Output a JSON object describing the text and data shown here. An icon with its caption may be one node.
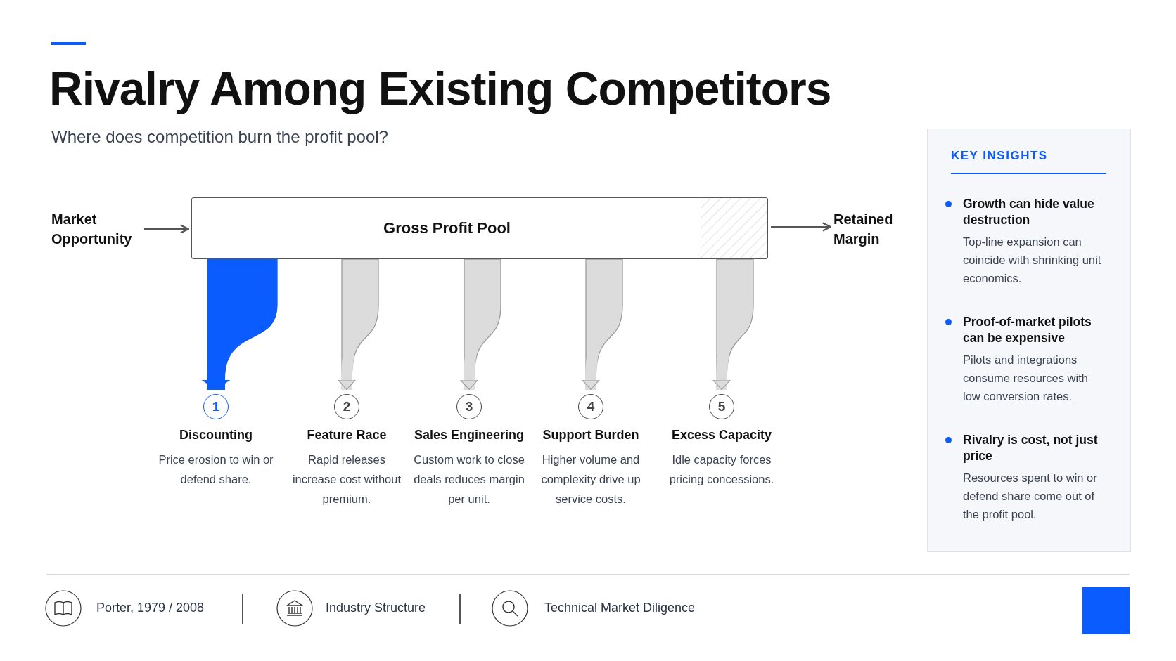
{
  "diagram": {
    "title": "Rivalry Among Existing Competitors",
    "nodes": [
      {
        "text": [
          "Market Opportunity"
        ]
      },
      {
        "text": [
          "Gross Profit Pool"
        ]
      },
      {
        "text": [
          "Retained Margin"
        ]
      },
      {
        "text": [
          "1"
        ],
        "beside": [
          "Discounting",
          "Price erosion to win or defend share."
        ]
      },
      {
        "text": [
          "2"
        ],
        "beside": [
          "Feature Race",
          "Rapid releases increase cost without premium."
        ]
      },
      {
        "text": [
          "3"
        ],
        "beside": [
          "Sales Engineering",
          "Custom work to close deals reduces margin per unit."
        ]
      },
      {
        "text": [
          "4"
        ],
        "beside": [
          "Support Burden",
          "Higher volume and complexity drive up service costs."
        ]
      },
      {
        "text": [
          "5"
        ],
        "beside": [
          "Excess Capacity",
          "Idle capacity forces pricing concessions."
        ]
      },
      {
        "text": [
          "KEY INSIGHTS",
          "Growth can hide value destruction",
          "Top-line expansion can coincide with shrinking unit economics.",
          "Proof-of-market pilots can be expensive",
          "Pilots and integrations consume resources with low conversion rates.",
          "Rivalry is cost, not just price",
          "Resources spent to win or defend share come out of the profit pool."
        ]
      }
    ],
    "edges": [
      {
        "from": 0,
        "to": 1,
        "arrow": "to",
        "color": "#555555"
      },
      {
        "from": 1,
        "to": 2,
        "arrow": "to",
        "color": "#555555"
      },
      {
        "from": 1,
        "to": 3,
        "arrow": "to",
        "color": "#0a5cff"
      },
      {
        "from": 1,
        "to": 4,
        "arrow": "to"
      },
      {
        "from": 1,
        "to": 5,
        "arrow": "to"
      },
      {
        "from": 1,
        "to": 6,
        "arrow": "to"
      },
      {
        "from": 1,
        "to": 7,
        "arrow": "to"
      }
    ],
    "labels": [
      "Where does competition burn the profit pool?",
      "Porter, 1979 / 2008",
      "Industry Structure",
      "Technical Market Diligence"
    ]
  }
}
